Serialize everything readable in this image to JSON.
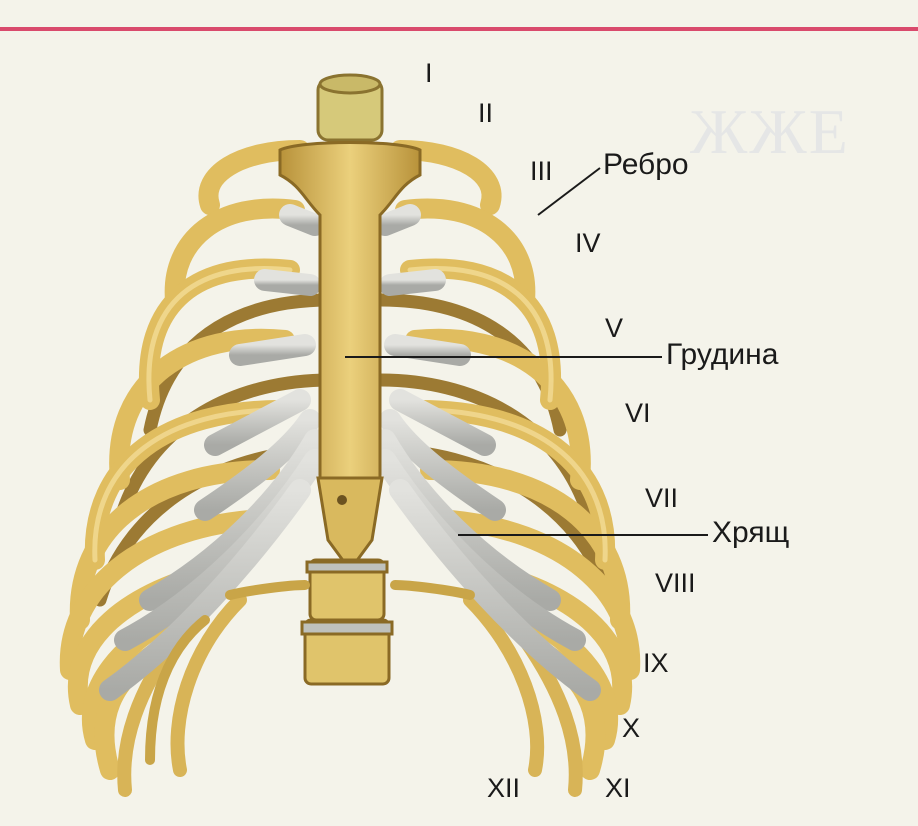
{
  "labels": {
    "rib": "Ребро",
    "sternum": "Грудина",
    "cartilage": "Хрящ"
  },
  "rib_numbers": [
    "I",
    "II",
    "III",
    "IV",
    "V",
    "VI",
    "VII",
    "VIII",
    "IX",
    "X",
    "XI",
    "XII"
  ],
  "colors": {
    "bone": "#e3c36a",
    "bone_shadow": "#a9822f",
    "cartilage": "#c9c9c4",
    "rule": "#d94a6c",
    "text": "#1a1a1a"
  }
}
